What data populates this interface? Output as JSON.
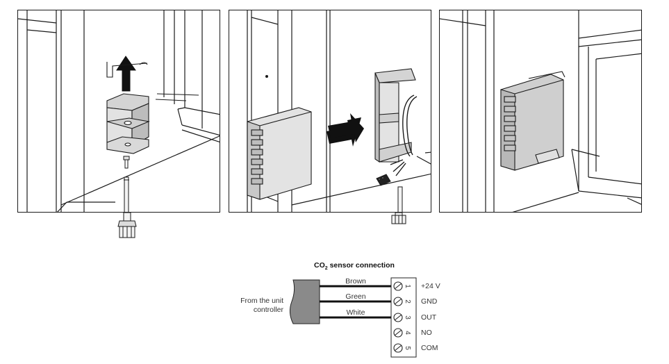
{
  "diagram": {
    "panels": [
      {
        "id": "mount-bracket",
        "arrow": "up"
      },
      {
        "id": "attach-sensor",
        "arrow": "right"
      },
      {
        "id": "installed-sensor",
        "arrow": ""
      }
    ],
    "wiring": {
      "title_prefix": "CO",
      "title_subscript": "2",
      "title_suffix": "sensor connection",
      "source_label_line1": "From the unit",
      "source_label_line2": "controller",
      "wires": [
        {
          "color": "Brown",
          "terminal": "1",
          "signal": "+24 V"
        },
        {
          "color": "Green",
          "terminal": "2",
          "signal": "GND"
        },
        {
          "color": "White",
          "terminal": "3",
          "signal": "OUT"
        }
      ],
      "unused_terminals": [
        {
          "terminal": "4",
          "signal": "NO"
        },
        {
          "terminal": "5",
          "signal": "COM"
        }
      ]
    }
  }
}
